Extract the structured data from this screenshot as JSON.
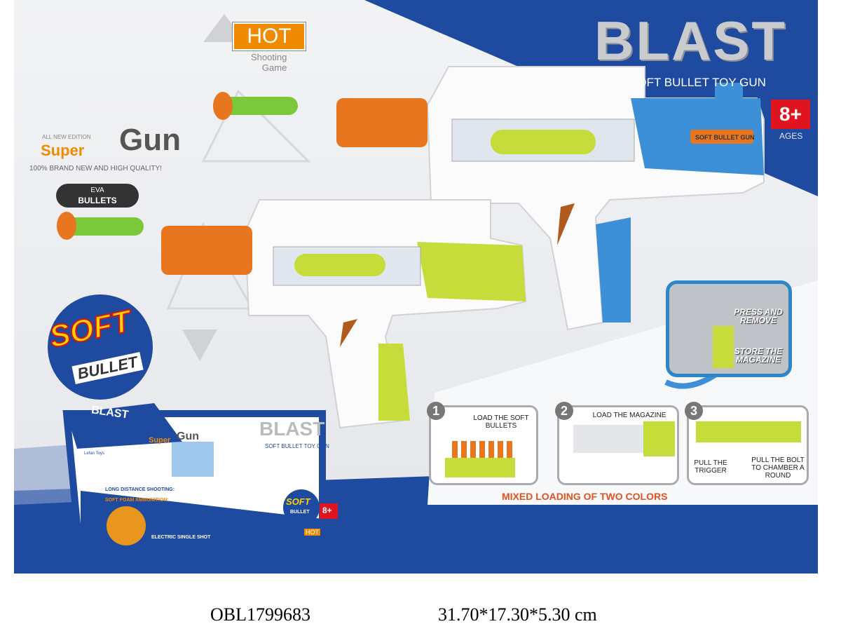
{
  "brand": {
    "title": "BLAST",
    "subtitle": "SOFT BULLET TOY GUN",
    "age": "8+",
    "age_label": "AGES"
  },
  "hot_badge": {
    "label": "HOT",
    "sub_line1": "Shooting",
    "sub_line2": "Game"
  },
  "super_gun": {
    "edition": "ALL NEW EDITION",
    "super": "Super",
    "gun": "Gun",
    "quality": "100% BRAND NEW AND HIGH QUALITY!"
  },
  "eva": {
    "line1": "EVA",
    "line2": "BULLETS"
  },
  "soft_bullet": {
    "soft": "SOFT",
    "bullet": "BULLET"
  },
  "gun_label": "SOFT BULLET GUN",
  "inset": {
    "press": "PRESS AND REMOVE",
    "store": "STORE THE MAGAZINE"
  },
  "steps": [
    {
      "num": "1",
      "label": "LOAD THE SOFT BULLETS"
    },
    {
      "num": "2",
      "label": "LOAD THE MAGAZINE"
    },
    {
      "num": "3",
      "label_a": "PULL THE TRIGGER",
      "label_b": "PULL THE BOLT TO CHAMBER A ROUND"
    }
  ],
  "mixed": "MIXED LOADING OF TWO COLORS",
  "box": {
    "blast": "BLAST",
    "subtitle": "SOFT BULLET TOY GUN",
    "maker": "Lefan Toys",
    "super": "Super",
    "gun": "Gun",
    "feature1": "LONG DISTANCE SHOOTING:",
    "feature2": "SOFT FOAM AMMUNITION:",
    "feature3": "ELECTRIC SINGLE SHOT",
    "soft": "SOFT",
    "bullet": "BULLET",
    "age": "8+",
    "hot": "HOT"
  },
  "footer": {
    "code": "OBL1799683",
    "dimensions": "31.70*17.30*5.30 cm"
  },
  "colors": {
    "blue": "#1e4aa0",
    "orange": "#f08a00",
    "lime": "#c6dc3a",
    "gun_blue": "#3d8fd8",
    "red": "#e0141e"
  }
}
